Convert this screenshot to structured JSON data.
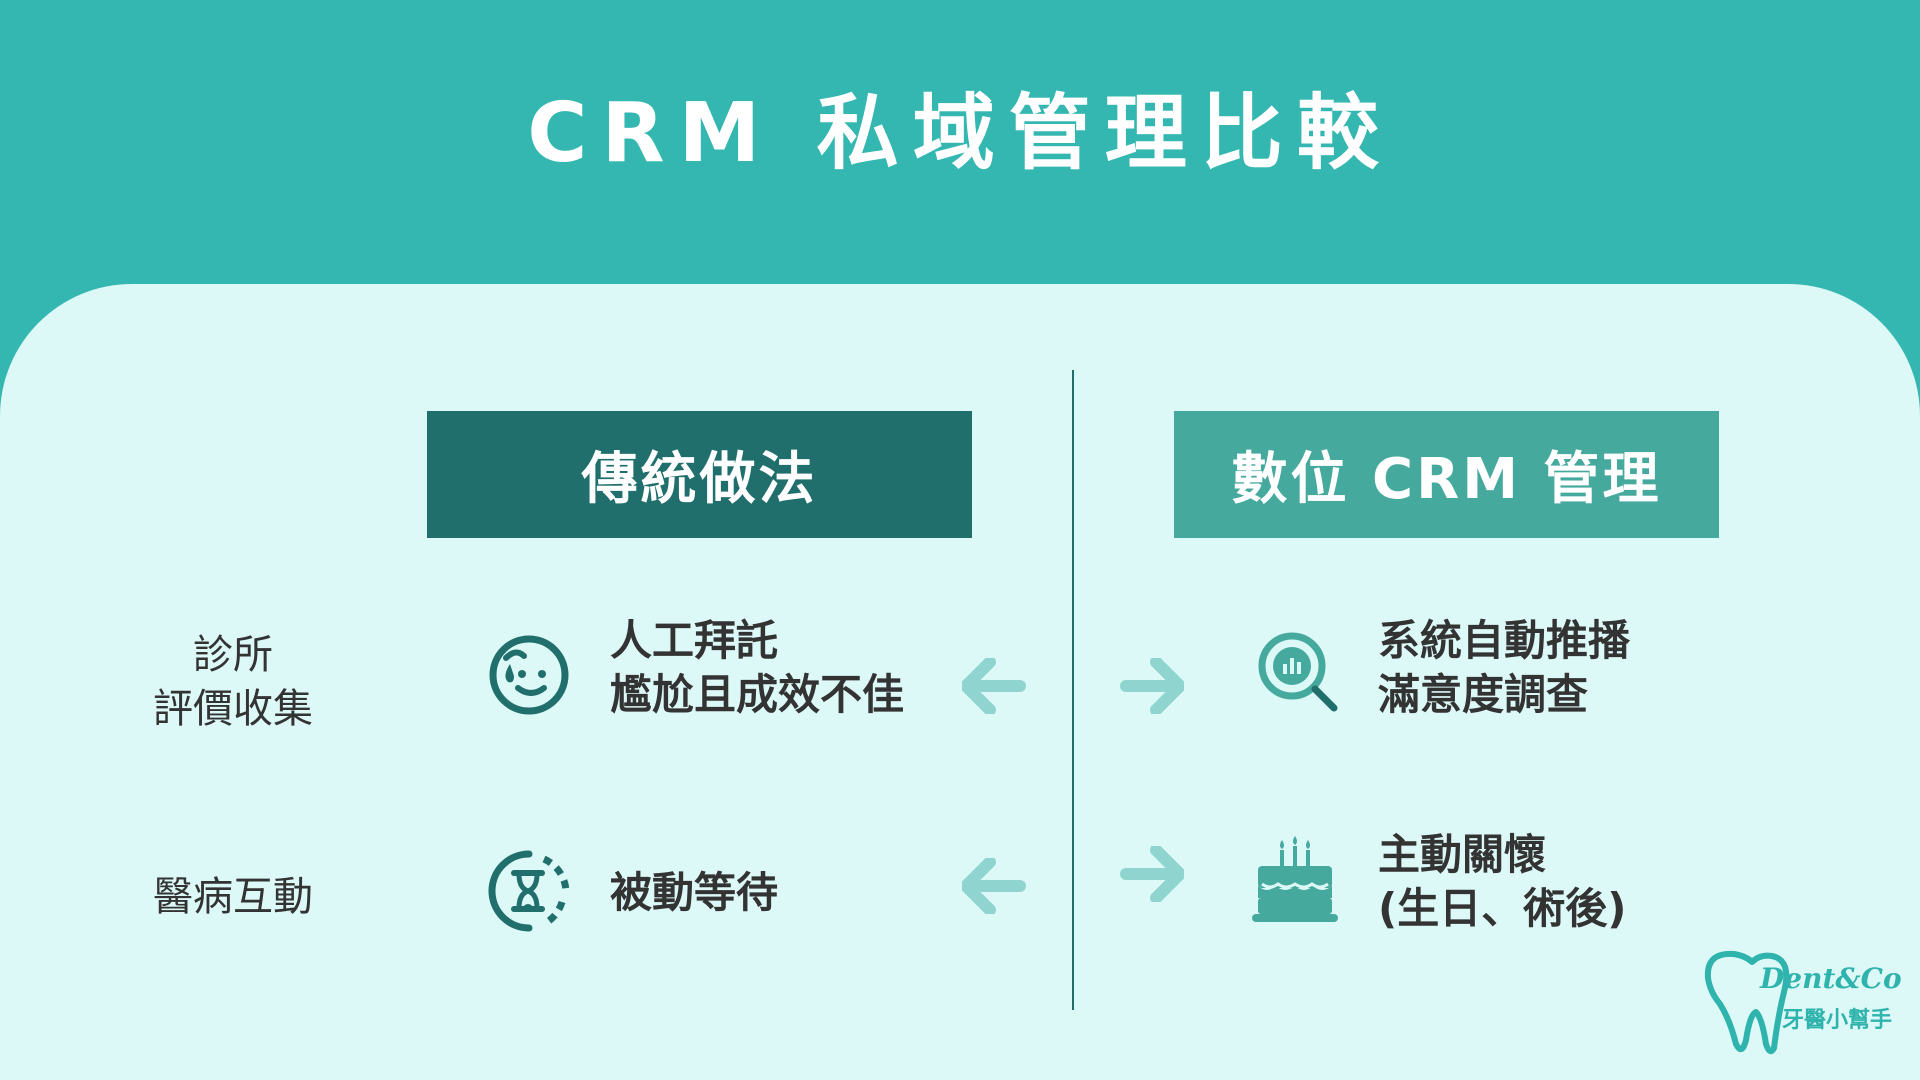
{
  "title": "CRM 私域管理比較",
  "headers": {
    "traditional": "傳統做法",
    "crm": "數位 CRM 管理"
  },
  "rows": [
    {
      "label": [
        "診所",
        "評價收集"
      ],
      "traditional": [
        "人工拜託",
        "尷尬且成效不佳"
      ],
      "traditional_icon": "sweat-face-icon",
      "crm": [
        "系統自動推播",
        "滿意度調查"
      ],
      "crm_icon": "search-analytics-icon"
    },
    {
      "label": [
        "醫病互動"
      ],
      "traditional": [
        "被動等待"
      ],
      "traditional_icon": "hourglass-icon",
      "crm": [
        "主動關懷",
        "(生日、術後)"
      ],
      "crm_icon": "birthday-cake-icon"
    }
  ],
  "logo": {
    "brand": "Dent&Co",
    "subtitle": "牙醫小幫手"
  },
  "colors": {
    "teal_bg": "#34b7b1",
    "panel_bg": "#dcf8f7",
    "dark_teal": "#206f6c",
    "mid_teal": "#46a99d",
    "arrow": "#8fd4ce"
  }
}
